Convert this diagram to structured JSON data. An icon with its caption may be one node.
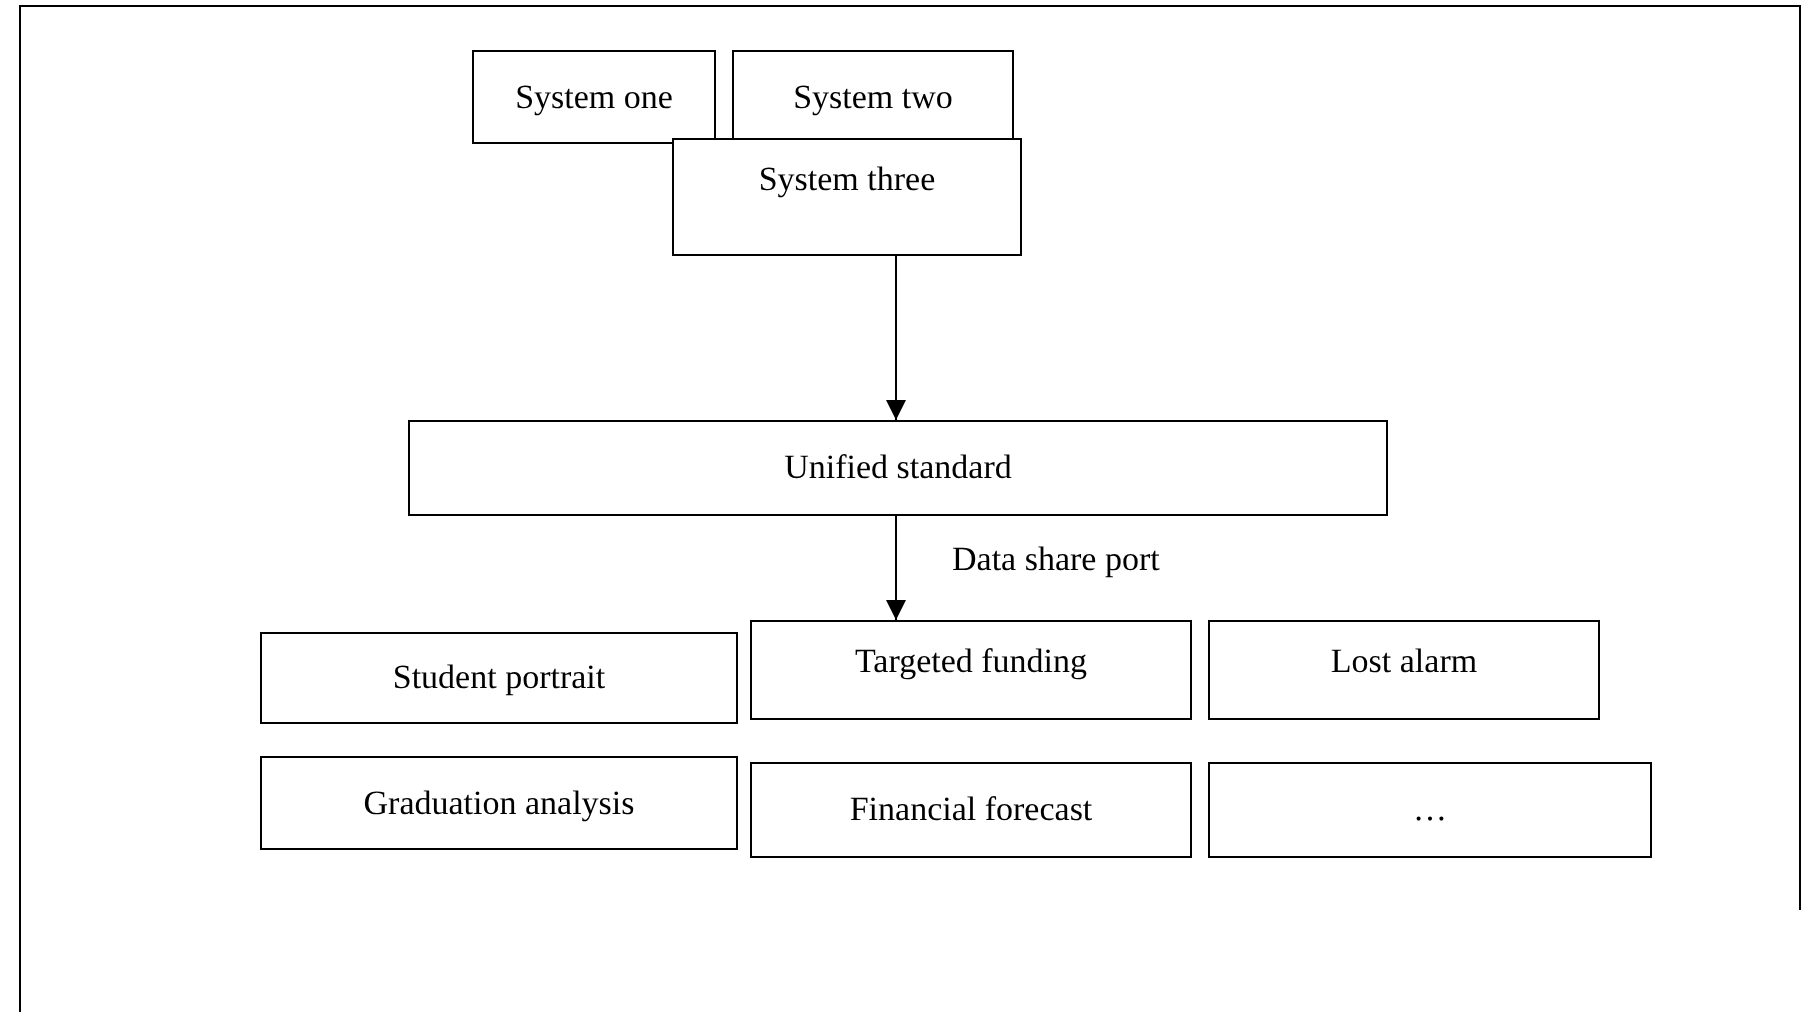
{
  "diagram": {
    "nodes": [
      {
        "text": [
          "System one"
        ]
      },
      {
        "text": [
          "System two"
        ]
      },
      {
        "text": [
          "System three"
        ]
      },
      {
        "text": [
          "Unified standard"
        ]
      },
      {
        "text": [
          "Student portrait"
        ]
      },
      {
        "text": [
          "Targeted funding"
        ]
      },
      {
        "text": [
          "Lost alarm"
        ]
      },
      {
        "text": [
          "Graduation analysis"
        ]
      },
      {
        "text": [
          "Financial forecast"
        ]
      },
      {
        "text": [
          "…"
        ]
      }
    ],
    "edges": [
      {
        "from": 2,
        "to": 3,
        "arrow": "to"
      },
      {
        "from": 3,
        "to": 5,
        "arrow": "to",
        "label": "Data share port"
      }
    ]
  }
}
